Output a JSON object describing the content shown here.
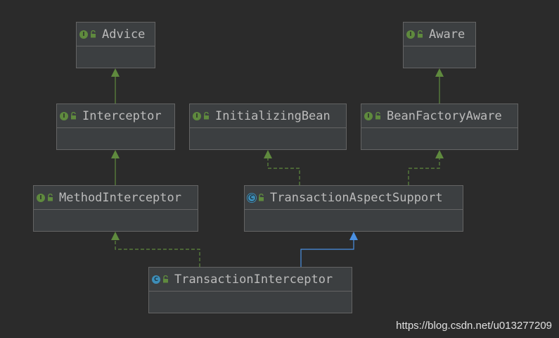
{
  "nodes": {
    "advice": {
      "label": "Advice",
      "kind": "interface"
    },
    "aware": {
      "label": "Aware",
      "kind": "interface"
    },
    "interceptor": {
      "label": "Interceptor",
      "kind": "interface"
    },
    "initializing_bean": {
      "label": "InitializingBean",
      "kind": "interface"
    },
    "bean_factory_aware": {
      "label": "BeanFactoryAware",
      "kind": "interface"
    },
    "method_interceptor": {
      "label": "MethodInterceptor",
      "kind": "interface"
    },
    "transaction_aspect_support": {
      "label": "TransactionAspectSupport",
      "kind": "abstract-class"
    },
    "transaction_interceptor": {
      "label": "TransactionInterceptor",
      "kind": "class"
    }
  },
  "edges": [
    {
      "from": "interceptor",
      "to": "advice",
      "type": "extends"
    },
    {
      "from": "bean_factory_aware",
      "to": "aware",
      "type": "extends"
    },
    {
      "from": "method_interceptor",
      "to": "interceptor",
      "type": "extends"
    },
    {
      "from": "transaction_aspect_support",
      "to": "initializing_bean",
      "type": "implements"
    },
    {
      "from": "transaction_aspect_support",
      "to": "bean_factory_aware",
      "type": "implements"
    },
    {
      "from": "transaction_interceptor",
      "to": "method_interceptor",
      "type": "implements"
    },
    {
      "from": "transaction_interceptor",
      "to": "transaction_aspect_support",
      "type": "extends-class"
    }
  ],
  "badges": {
    "interface": "I",
    "class": "C",
    "abstract-class": "C"
  },
  "colors": {
    "interface_edge": "#5f8a3e",
    "class_edge": "#4a90e2",
    "background": "#2b2b2b",
    "node_fill": "#3c3f41"
  },
  "watermark": "https://blog.csdn.net/u013277209"
}
